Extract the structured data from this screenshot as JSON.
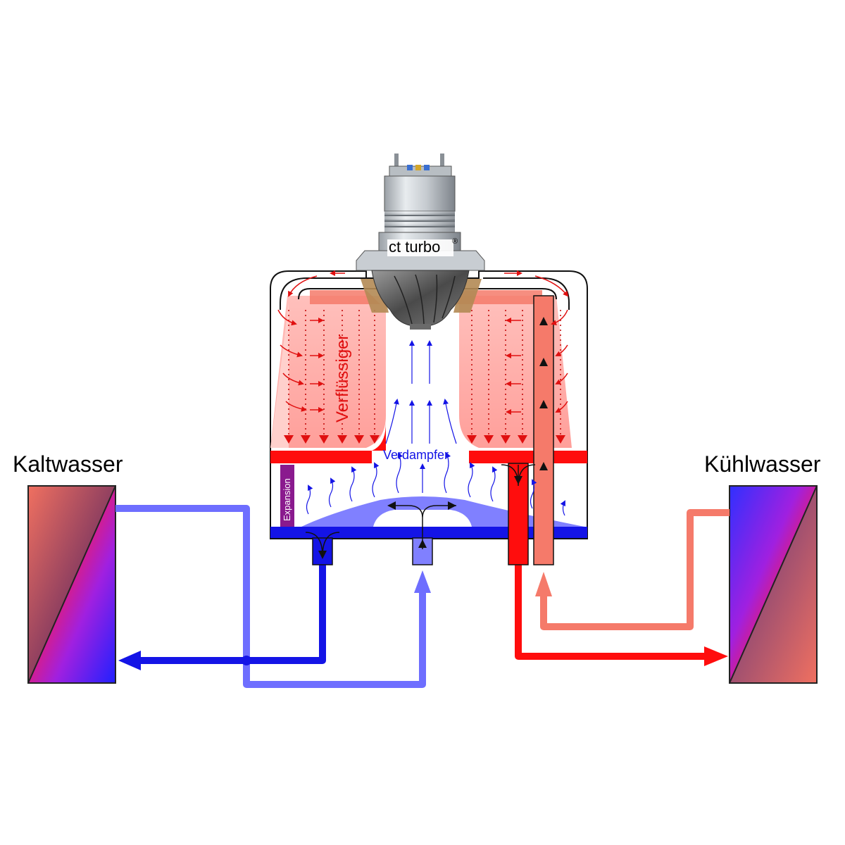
{
  "labels": {
    "kaltwasser": "Kaltwasser",
    "kuehlwasser": "Kühlwasser",
    "compressor": "ct turbo",
    "registered": "®",
    "condenser": "Verflüssiger",
    "evaporator": "Verdampfer",
    "expansion": "Expansion"
  },
  "colors": {
    "hot": "#ff0d0d",
    "warm": "#f57a6a",
    "cold": "#1414e6",
    "cool": "#6e6eff",
    "condenser_fill": "#ffb3b0",
    "evaporator_fill": "#8080ff",
    "expansion_bar": "#8a1a8e"
  }
}
